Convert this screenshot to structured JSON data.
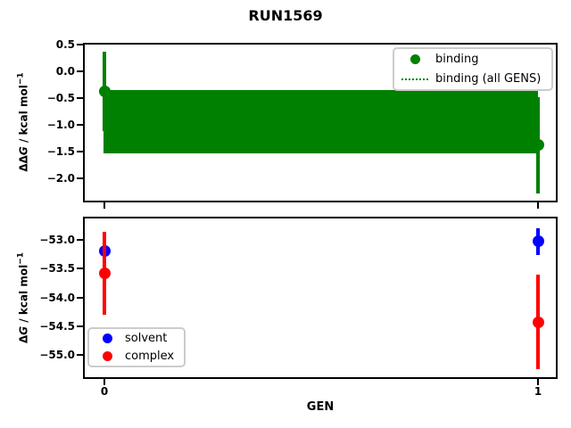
{
  "figure": {
    "title": "RUN1569",
    "background": "#ffffff"
  },
  "chart_data": [
    {
      "type": "scatter",
      "subplot": "top",
      "ylabel": "ΔΔG / kcal mol⁻¹",
      "ylabel_parts": {
        "pre": "ΔΔ",
        "var": "G",
        "mid": " / kcal mol",
        "sup": "−1"
      },
      "x": [
        0,
        1
      ],
      "series": [
        {
          "name": "binding",
          "color": "#008000",
          "marker": "circle",
          "y": [
            -0.37,
            -1.38
          ],
          "yerr": [
            0.74,
            0.9
          ]
        },
        {
          "name": "binding (all GENS)",
          "color": "#008000",
          "style": "dotted",
          "mean": -0.94,
          "band": [
            -1.53,
            -0.35
          ]
        }
      ],
      "ylim": [
        -2.42,
        0.5
      ],
      "yticks": [
        {
          "value": 0.5,
          "label": "0.5"
        },
        {
          "value": 0.0,
          "label": "0.0"
        },
        {
          "value": -0.5,
          "label": "−0.5"
        },
        {
          "value": -1.0,
          "label": "−1.0"
        },
        {
          "value": -1.5,
          "label": "−1.5"
        },
        {
          "value": -2.0,
          "label": "−2.0"
        }
      ],
      "xticks": [
        {
          "value": 0,
          "label": ""
        },
        {
          "value": 1,
          "label": ""
        }
      ],
      "legend": {
        "position": "upper right"
      }
    },
    {
      "type": "scatter",
      "subplot": "bottom",
      "xlabel": "GEN",
      "ylabel": "ΔG / kcal mol⁻¹",
      "ylabel_parts": {
        "pre": "Δ",
        "var": "G",
        "mid": " / kcal mol",
        "sup": "−1"
      },
      "x": [
        0,
        1
      ],
      "series": [
        {
          "name": "solvent",
          "color": "#0000ff",
          "marker": "circle",
          "y": [
            -53.2,
            -53.03
          ],
          "yerr": [
            0.3,
            0.23
          ]
        },
        {
          "name": "complex",
          "color": "#ff0000",
          "marker": "circle",
          "y": [
            -53.58,
            -54.43
          ],
          "yerr": [
            0.72,
            0.82
          ]
        }
      ],
      "ylim": [
        -55.4,
        -52.63
      ],
      "yticks": [
        {
          "value": -53.0,
          "label": "−53.0"
        },
        {
          "value": -53.5,
          "label": "−53.5"
        },
        {
          "value": -54.0,
          "label": "−54.0"
        },
        {
          "value": -54.5,
          "label": "−54.5"
        },
        {
          "value": -55.0,
          "label": "−55.0"
        }
      ],
      "xticks": [
        {
          "value": 0,
          "label": "0"
        },
        {
          "value": 1,
          "label": "1"
        }
      ],
      "legend": {
        "position": "lower left"
      }
    }
  ]
}
